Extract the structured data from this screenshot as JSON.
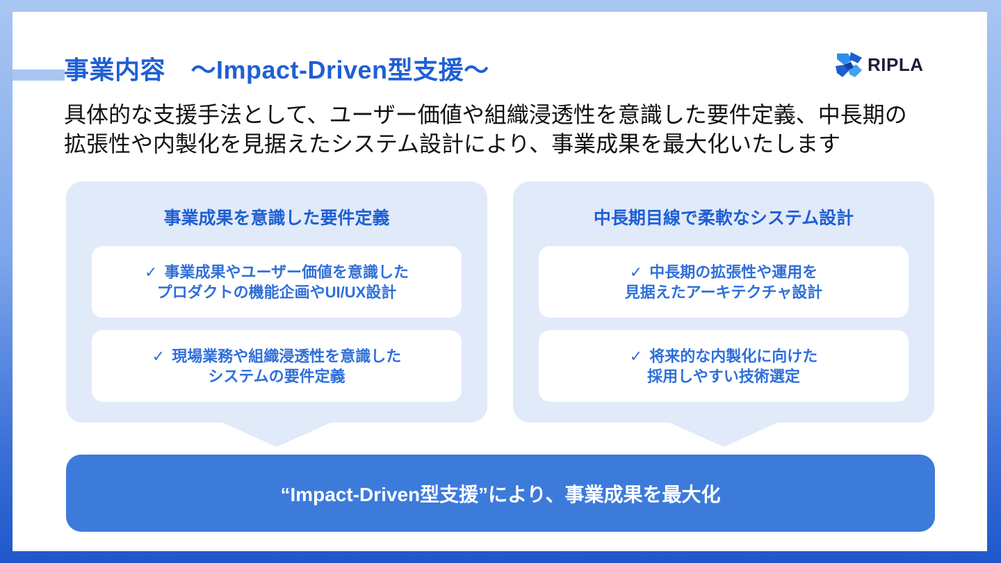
{
  "title": "事業内容　～Impact-Driven型支援～",
  "logo": {
    "text": "RIPLA",
    "icon": "ripla-logo-icon"
  },
  "lead": {
    "line1": "具体的な支援手法として、ユーザー価値や組織浸透性を意識した要件定義、中長期の",
    "line2": "拡張性や内製化を見据えたシステム設計により、事業成果を最大化いたします"
  },
  "cards": [
    {
      "heading": "事業成果を意識した要件定義",
      "items": [
        {
          "check": "✓",
          "line1": "事業成果やユーザー価値を意識した",
          "line2": "プロダクトの機能企画やUI/UX設計"
        },
        {
          "check": "✓",
          "line1": "現場業務や組織浸透性を意識した",
          "line2": "システムの要件定義"
        }
      ]
    },
    {
      "heading": "中長期目線で柔軟なシステム設計",
      "items": [
        {
          "check": "✓",
          "line1": "中長期の拡張性や運用を",
          "line2": "見据えたアーキテクチャ設計"
        },
        {
          "check": "✓",
          "line1": "将来的な内製化に向けた",
          "line2": "採用しやすい技術選定"
        }
      ]
    }
  ],
  "banner": {
    "text": "“Impact-Driven型支援”により、事業成果を最大化"
  },
  "colors": {
    "accent": "#1f5fd4",
    "card_bg": "#e1eaf9",
    "banner_bg": "#3d7bdb",
    "frame_light": "#a9c6f2",
    "frame_dark": "#1f57cc"
  }
}
